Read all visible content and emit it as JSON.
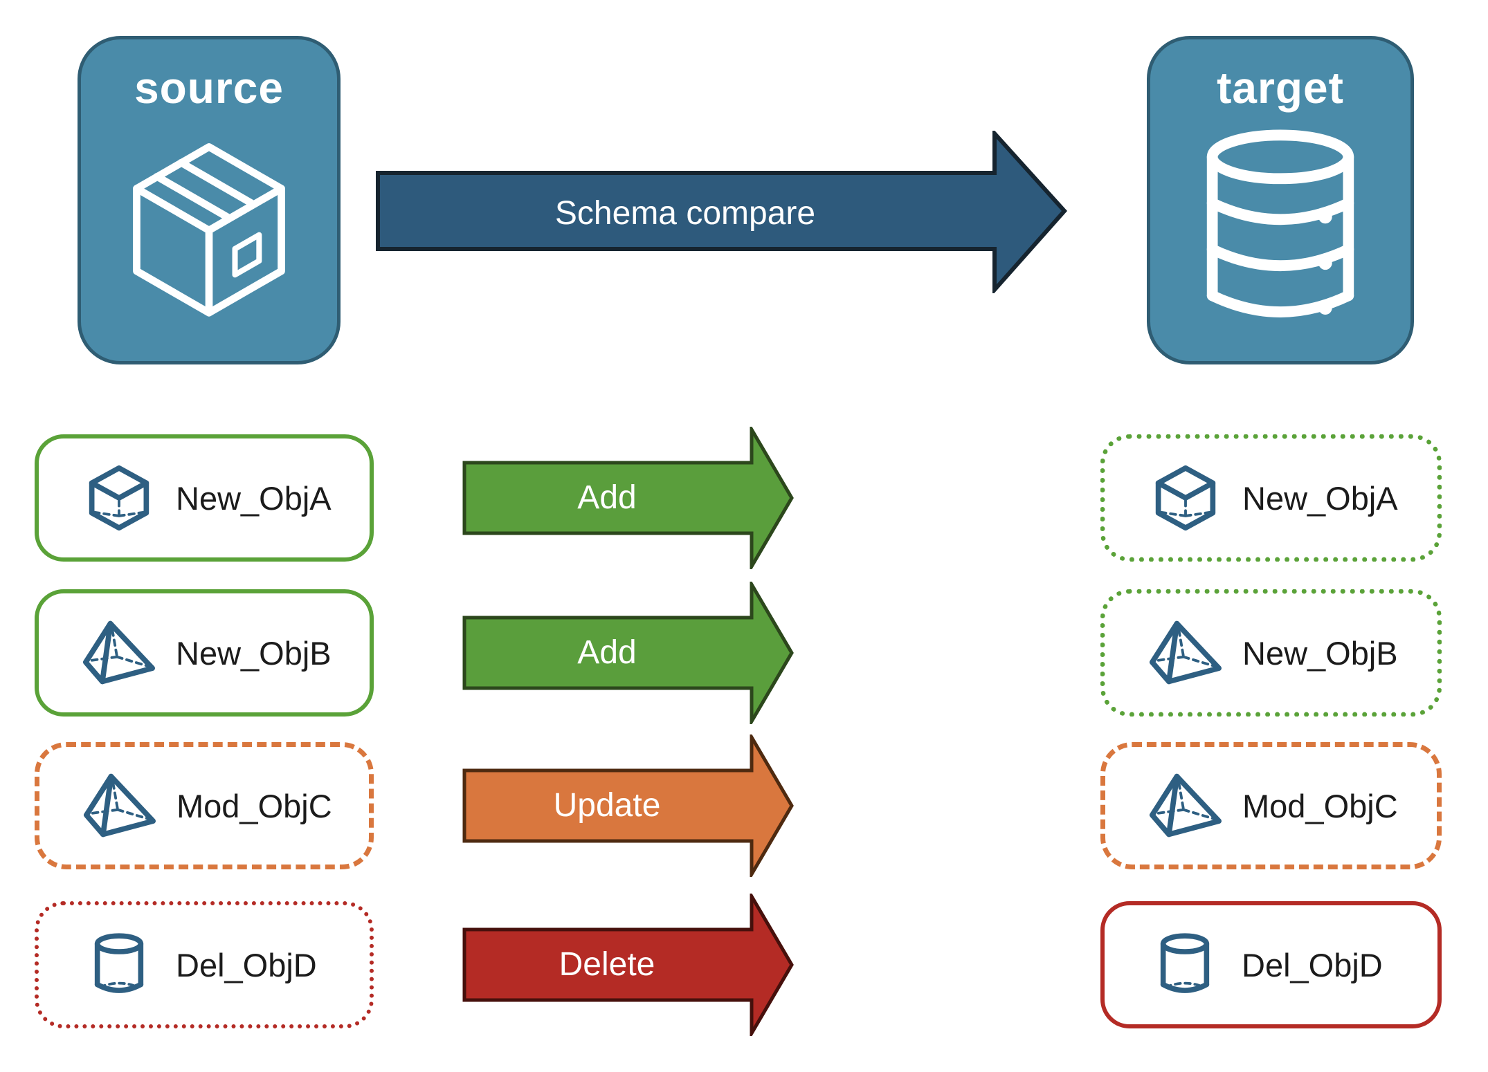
{
  "nodes": {
    "source": {
      "label": "source",
      "icon": "package-icon"
    },
    "target": {
      "label": "target",
      "icon": "database-icon"
    }
  },
  "compare_arrow": {
    "label": "Schema compare"
  },
  "rows": [
    {
      "name": "New_ObjA",
      "action": "Add",
      "icon": "cube-icon",
      "source_border": "solid-green",
      "target_border": "dotted-green"
    },
    {
      "name": "New_ObjB",
      "action": "Add",
      "icon": "pyramid-icon",
      "source_border": "solid-green",
      "target_border": "dotted-green"
    },
    {
      "name": "Mod_ObjC",
      "action": "Update",
      "icon": "pyramid-icon",
      "source_border": "dashed-orange",
      "target_border": "dashed-orange"
    },
    {
      "name": "Del_ObjD",
      "action": "Delete",
      "icon": "cylinder-icon",
      "source_border": "dotted-red",
      "target_border": "solid-red"
    }
  ],
  "palette": {
    "node_fill": "#4A8BA9",
    "node_border": "#2F5D73",
    "icon_blue": "#2E5F82",
    "compare_arrow_fill": "#2E5A7C",
    "compare_arrow_border": "#16242F",
    "add_green": "#5A9E3C",
    "box_green": "#5AA238",
    "update_orange": "#D9773E",
    "delete_red": "#B42B25",
    "label_text": "#1B1B1B"
  }
}
